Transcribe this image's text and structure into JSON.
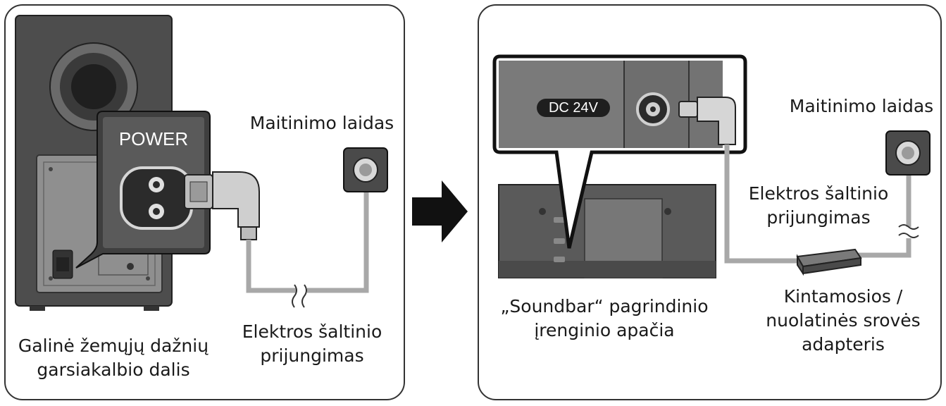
{
  "left_panel": {
    "rear_label": "Galinė žemųjų dažnių\ngarsiakalbio dalis",
    "power_label": "POWER",
    "cord_label": "Maitinimo laidas",
    "connection_label": "Elektros šaltinio\nprijungimas"
  },
  "right_panel": {
    "dc_label": "DC 24V",
    "bottom_label": "„Soundbar“ pagrindinio\nįrenginio apačia",
    "cord_label": "Maitinimo laidas",
    "connection_label": "Elektros šaltinio\nprijungimas",
    "adapter_label": "Kintamosios /\nnuolatinės srovės\nadapteris"
  },
  "icons": {
    "arrow": "right-arrow-icon",
    "outlet": "wall-outlet-icon",
    "plug": "power-plug-icon",
    "break": "cable-break-icon"
  },
  "colors": {
    "device_dark": "#4a4a4a",
    "device_mid": "#9a9a9a",
    "device_light": "#d2d2d2",
    "cable": "#a8a8a8",
    "outline": "#222222"
  }
}
